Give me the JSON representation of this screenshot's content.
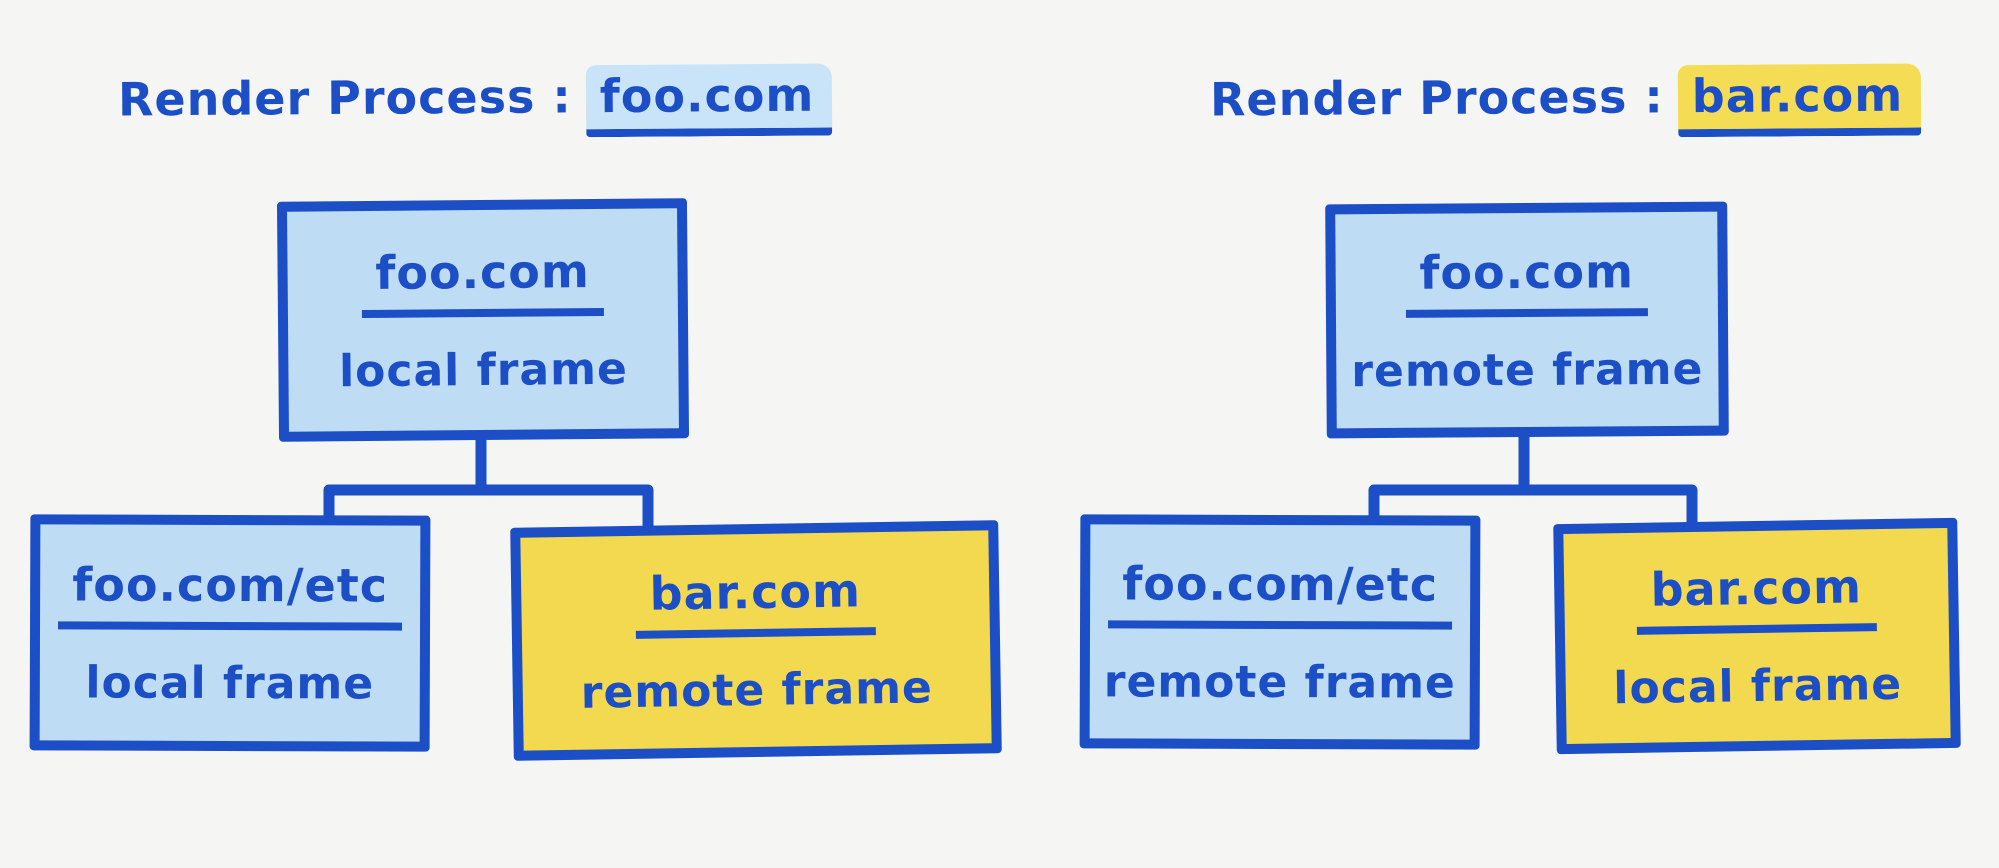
{
  "colors": {
    "ink": "#1C4EC6",
    "light_blue": "#BEDDF4",
    "highlight_blue": "#C9E4F8",
    "yellow": "#F3D94F",
    "highlight_yellow": "#F5DC55",
    "background": "#F5F5F3"
  },
  "diagrams": [
    {
      "title_prefix": "Render Process :",
      "title_domain": "foo.com",
      "title_domain_highlight": "#C9E4F8",
      "root": {
        "domain": "foo.com",
        "frame_type": "local frame",
        "fill": "#BEDDF4"
      },
      "children": [
        {
          "domain": "foo.com/etc",
          "frame_type": "local frame",
          "fill": "#BEDDF4"
        },
        {
          "domain": "bar.com",
          "frame_type": "remote frame",
          "fill": "#F3D94F"
        }
      ]
    },
    {
      "title_prefix": "Render Process :",
      "title_domain": "bar.com",
      "title_domain_highlight": "#F5DC55",
      "root": {
        "domain": "foo.com",
        "frame_type": "remote frame",
        "fill": "#BEDDF4"
      },
      "children": [
        {
          "domain": "foo.com/etc",
          "frame_type": "remote frame",
          "fill": "#BEDDF4"
        },
        {
          "domain": "bar.com",
          "frame_type": "local frame",
          "fill": "#F3D94F"
        }
      ]
    }
  ]
}
